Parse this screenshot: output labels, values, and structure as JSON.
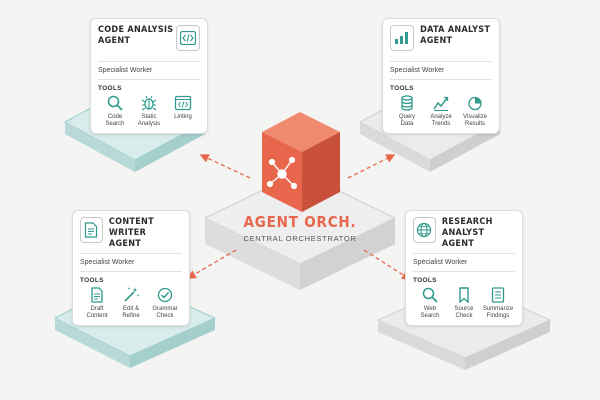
{
  "colors": {
    "background": "#f4f4f3",
    "accent": "#e8664c",
    "teal": "#2f9a8d",
    "platform_teal": "#cfe6e6",
    "platform_gray": "#e4e4e4"
  },
  "orchestrator": {
    "title": "AGENT ORCH.",
    "subtitle": "CENTRAL ORCHESTRATOR",
    "icon": "network-hub-icon"
  },
  "agents": [
    {
      "id": "code",
      "title": "CODE ANALYSIS\nAGENT",
      "subtitle": "Specialist Worker",
      "tools_label": "TOOLS",
      "icon": "code-icon",
      "tools": [
        {
          "label": "Code\nSearch",
          "icon": "search-icon"
        },
        {
          "label": "Static\nAnalysis",
          "icon": "bug-icon"
        },
        {
          "label": "Linting",
          "icon": "code-window-icon"
        }
      ]
    },
    {
      "id": "data",
      "title": "DATA ANALYST\nAGENT",
      "subtitle": "Specialist Worker",
      "tools_label": "TOOLS",
      "icon": "bar-chart-icon",
      "tools": [
        {
          "label": "Query\nData",
          "icon": "database-icon"
        },
        {
          "label": "Analyze\nTrends",
          "icon": "trend-line-icon"
        },
        {
          "label": "Visualize\nResults",
          "icon": "pie-chart-icon"
        }
      ]
    },
    {
      "id": "writer",
      "title": "CONTENT WRITER\nAGENT",
      "subtitle": "Specialist Worker",
      "tools_label": "TOOLS",
      "icon": "document-icon",
      "tools": [
        {
          "label": "Draft\nContent",
          "icon": "draft-icon"
        },
        {
          "label": "Edit &\nRefine",
          "icon": "magic-wand-icon"
        },
        {
          "label": "Grammar\nCheck",
          "icon": "spell-check-icon"
        }
      ]
    },
    {
      "id": "research",
      "title": "RESEARCH ANALYST\nAGENT",
      "subtitle": "Specialist Worker",
      "tools_label": "TOOLS",
      "icon": "globe-icon",
      "tools": [
        {
          "label": "Web\nSearch",
          "icon": "search-icon"
        },
        {
          "label": "Source\nCheck",
          "icon": "bookmark-icon"
        },
        {
          "label": "Summarize\nFindings",
          "icon": "list-doc-icon"
        }
      ]
    }
  ]
}
